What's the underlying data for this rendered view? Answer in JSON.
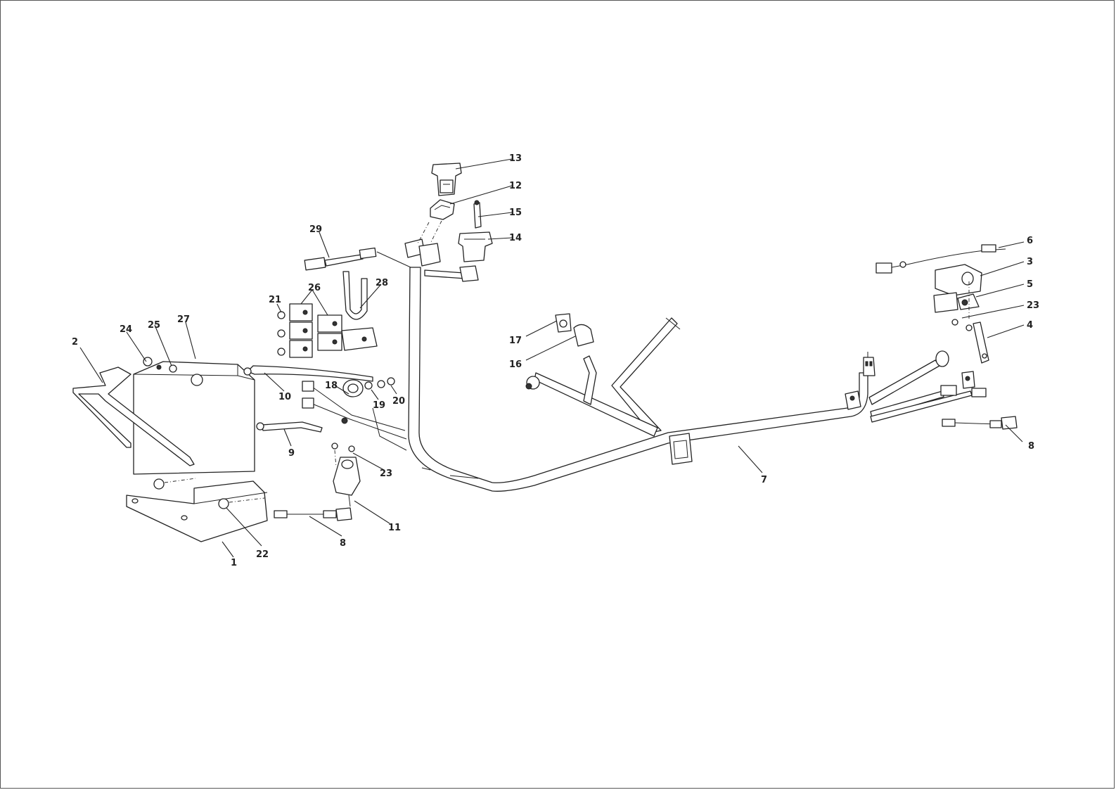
{
  "diagram": {
    "callouts": {
      "c1": "1",
      "c2": "2",
      "c3": "3",
      "c4": "4",
      "c5": "5",
      "c6": "6",
      "c7": "7",
      "c8a": "8",
      "c8b": "8",
      "c9": "9",
      "c10": "10",
      "c11": "11",
      "c12": "12",
      "c13": "13",
      "c14": "14",
      "c15": "15",
      "c16": "16",
      "c17": "17",
      "c18": "18",
      "c19": "19",
      "c20": "20",
      "c21": "21",
      "c22": "22",
      "c23a": "23",
      "c23b": "23",
      "c24": "24",
      "c25": "25",
      "c26": "26",
      "c27": "27",
      "c28": "28",
      "c29": "29"
    },
    "line_color": "#222222",
    "background": "#ffffff"
  }
}
